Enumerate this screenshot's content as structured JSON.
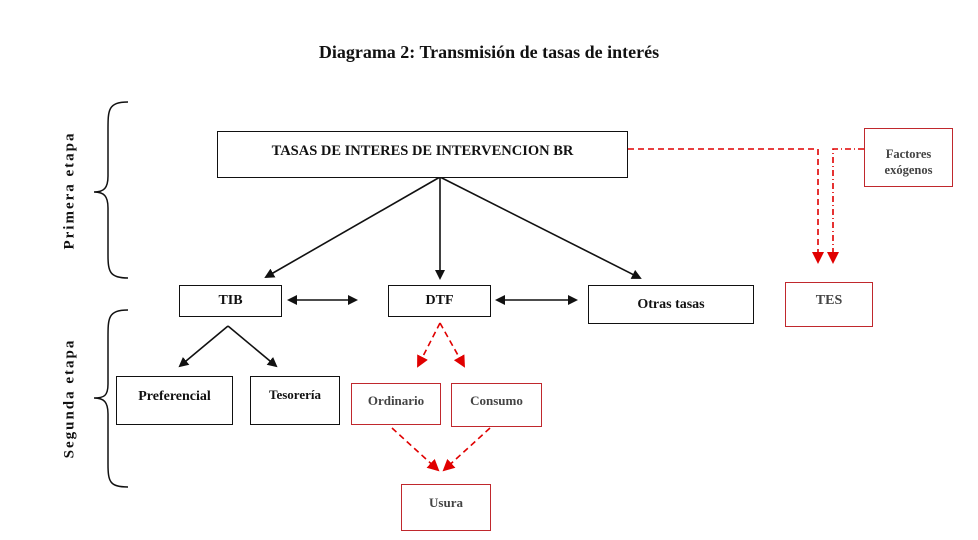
{
  "title": "Diagrama 2: Transmisión de tasas de interés",
  "stages": {
    "first": "Primera etapa",
    "second": "Segunda etapa"
  },
  "nodes": {
    "intervention": "TASAS DE INTERES DE INTERVENCION BR",
    "exogenous_line1": "Factores",
    "exogenous_line2": "exógenos",
    "tib": "TIB",
    "dtf": "DTF",
    "other": "Otras tasas",
    "tes": "TES",
    "preferential": "Preferencial",
    "treasury": "Tesorería",
    "ordinary": "Ordinario",
    "consumption": "Consumo",
    "usury": "Usura"
  },
  "colors": {
    "black": "#111111",
    "red": "#e00000",
    "red_border": "#c0282d"
  }
}
